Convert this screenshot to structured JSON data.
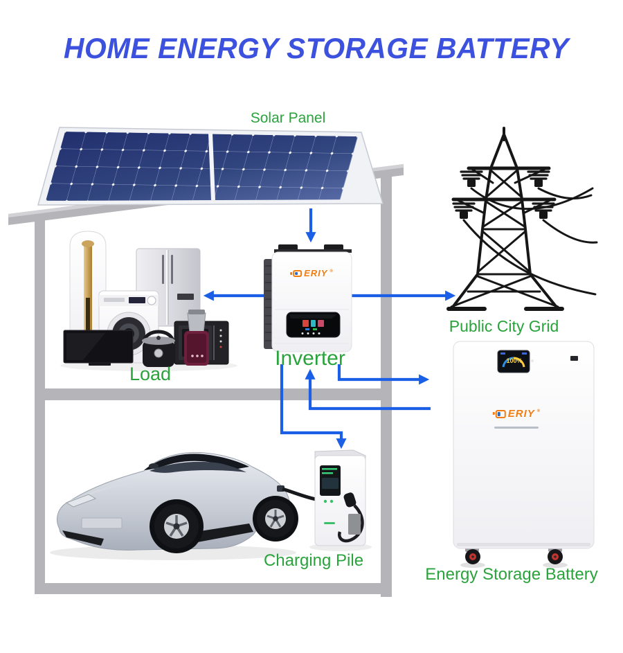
{
  "title": {
    "text": "HOME ENERGY STORAGE BATTERY",
    "color": "#3c52de"
  },
  "labels": {
    "solar_panel": "Solar Panel",
    "public_city_grid": "Public City Grid",
    "inverter": "Inverter",
    "load": "Load",
    "charging_pile": "Charging Pile",
    "energy_storage_battery": "Energy Storage Battery",
    "color": "#2aa33c"
  },
  "brand": {
    "name": "ERIY",
    "registered": "®",
    "color": "#f07c12",
    "icon_accent": "#2f6bc2"
  },
  "battery_display": {
    "soc": "100%"
  },
  "colors": {
    "arrow_blue": "#1b5fe6",
    "frame_gray": "#b5b4b8",
    "panel_cell_dark": "#222f6e",
    "panel_cell_light": "#5a6da8",
    "tower_black": "#161616",
    "label_green": "#2aa33c",
    "title_blue": "#3c52de"
  },
  "icons": {
    "solar_panel_graphic": "photovoltaic-array",
    "transmission_tower_graphic": "high-voltage-pylon",
    "appliances_graphic": "household-appliances",
    "car_graphic": "electric-sedan",
    "charging_pile_graphic": "ev-charger",
    "inverter_graphic": "hybrid-inverter-unit",
    "battery_graphic": "wall-battery-unit",
    "arrow": "energy-flow-arrow"
  },
  "diagram": {
    "nodes": [
      "solar-panel",
      "inverter",
      "load",
      "public-city-grid",
      "energy-storage-battery",
      "charging-pile"
    ],
    "connections": [
      {
        "from": "solar-panel",
        "to": "inverter",
        "direction": "one-way"
      },
      {
        "from": "inverter",
        "to": "load",
        "direction": "one-way"
      },
      {
        "from": "inverter",
        "to": "public-city-grid",
        "direction": "one-way"
      },
      {
        "from": "inverter",
        "to": "energy-storage-battery",
        "direction": "one-way"
      },
      {
        "from": "energy-storage-battery",
        "to": "inverter",
        "direction": "one-way"
      },
      {
        "from": "inverter",
        "to": "charging-pile",
        "direction": "one-way"
      }
    ]
  }
}
